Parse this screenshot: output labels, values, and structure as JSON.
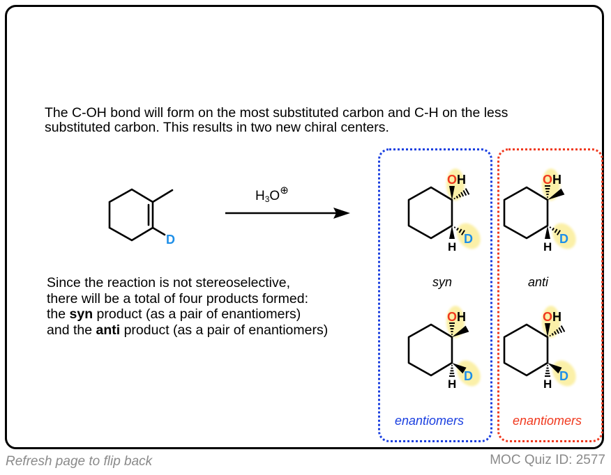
{
  "intro_text": {
    "line1": "The C-OH bond will form on the most substituted carbon and C-H on the less",
    "line2": "substituted carbon. This results in two new chiral centers."
  },
  "reaction": {
    "reagent_main": "H",
    "reagent_sub": "3",
    "reagent_tail": "O",
    "reagent_charge": "⊕",
    "starting_material_label": "D"
  },
  "explanation": {
    "line1": "Since the reaction is not stereoselective,",
    "line2": "there will be a total of four products formed:",
    "line3_pre": "the ",
    "line3_bold": "syn",
    "line3_post": " product (as a pair of enantiomers)",
    "line4_pre": "and the ",
    "line4_bold": "anti",
    "line4_post": " product (as a pair of enantiomers)"
  },
  "products": {
    "syn_label": "syn",
    "anti_label": "anti",
    "syn_box_caption": "enantiomers",
    "anti_box_caption": "enantiomers",
    "atom_oh": "OH",
    "atom_o": "O",
    "atom_h": "H",
    "atom_d": "D"
  },
  "colors": {
    "syn_box": "#1a3fe0",
    "anti_box": "#f0391e",
    "oxygen": "#f0391e",
    "deuterium": "#1e8fe8",
    "highlight": "#fbf0a8"
  },
  "footer": {
    "left": "Refresh page to flip back",
    "right": "MOC Quiz ID: 2577"
  }
}
